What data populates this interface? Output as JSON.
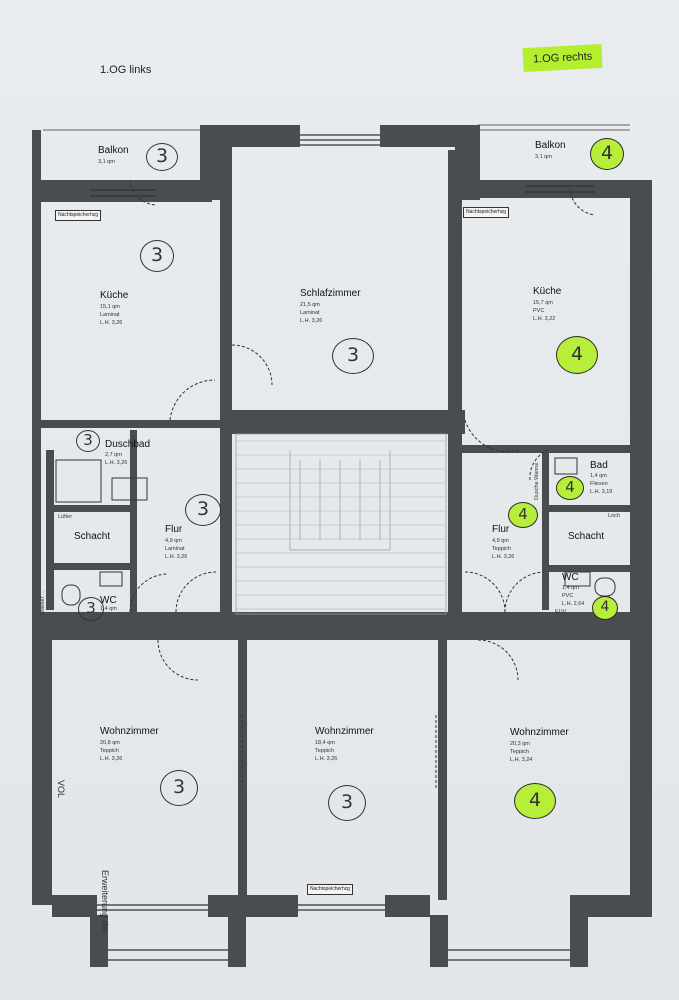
{
  "header": {
    "left_label": "1.OG links",
    "right_label": "1.OG rechts"
  },
  "rooms": {
    "balkon_left": {
      "name": "Balkon",
      "area": "3,1 qm"
    },
    "balkon_right": {
      "name": "Balkon",
      "area": "3,1 qm"
    },
    "kueche_left": {
      "name": "Küche",
      "area": "15,1 qm",
      "floor": "Laminat",
      "height": "L.H. 3,26"
    },
    "schlafzimmer": {
      "name": "Schlafzimmer",
      "area": "21,5 qm",
      "floor": "Laminat",
      "height": "L.H. 3,26"
    },
    "kueche_right": {
      "name": "Küche",
      "area": "15,7 qm",
      "floor": "PVC",
      "height": "L.H. 3,22"
    },
    "duschbad": {
      "name": "Duschbad",
      "area": "2,7 qm",
      "height": "L.H. 3,26"
    },
    "bad": {
      "name": "Bad",
      "area": "1,4 qm",
      "floor": "Fliesen",
      "height": "L.H. 3,19"
    },
    "schacht_left": {
      "name": "Schacht",
      "note": "Lüfter"
    },
    "schacht_right": {
      "name": "Schacht",
      "note": "Loch"
    },
    "flur_left": {
      "name": "Flur",
      "area": "4,9 qm",
      "floor": "Laminat",
      "height": "L.H. 3,26"
    },
    "flur_right": {
      "name": "Flur",
      "area": "4,9 qm",
      "floor": "Teppich",
      "height": "L.H. 3,26"
    },
    "wc_left": {
      "name": "WC",
      "area": "1,4 qm"
    },
    "wc_right": {
      "name": "WC",
      "area": "1,4 qm",
      "floor": "PVC",
      "height": "L.H. 2,64",
      "extra": "EUV"
    },
    "wohnzimmer_left": {
      "name": "Wohnzimmer",
      "area": "20,8 qm",
      "floor": "Teppich",
      "height": "L.H. 3,26"
    },
    "wohnzimmer_mid": {
      "name": "Wohnzimmer",
      "area": "18,4 qm",
      "floor": "Teppich",
      "height": "L.H. 3,26"
    },
    "wohnzimmer_right": {
      "name": "Wohnzimmer",
      "area": "20,3 qm",
      "floor": "Teppich",
      "height": "L.H. 3,24"
    }
  },
  "tags": {
    "nacht_left": "Nachtspeicherhzg",
    "nacht_right": "Nachtspeicherhzg",
    "nacht_bottom": "Nachtspeicherhzg"
  },
  "side_texts": {
    "left_vertical": "Wasser ...",
    "right_vertical": "Dusche Wanne",
    "bottom_left": "VOL",
    "bottom_left2": "Erweiterung der"
  },
  "handwritten": {
    "balkon_left": "3",
    "kueche_left": "3",
    "schlafzimmer": "3",
    "duschbad": "3",
    "flur_left": "3",
    "wc_left": "3",
    "wohnzimmer_left": "3",
    "wohnzimmer_mid": "3",
    "balkon_right": "4",
    "kueche_right": "4",
    "bad": "4",
    "flur_right": "4",
    "wc_right": "4",
    "wohnzimmer_right": "4"
  },
  "colors": {
    "wall": "#4a4d50",
    "highlight": "#b4ee2e",
    "paper": "#e6e9ec"
  }
}
